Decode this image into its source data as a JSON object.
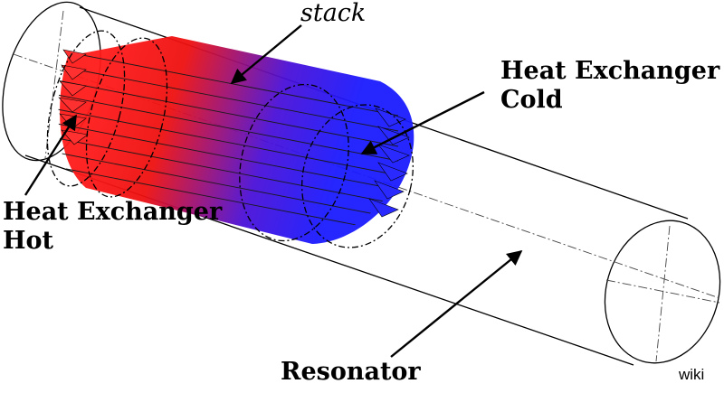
{
  "diagram": {
    "labels": {
      "stack": "stack",
      "heat_exchanger_cold_line1": "Heat Exchanger",
      "heat_exchanger_cold_line2": "Cold",
      "heat_exchanger_hot_line1": "Heat Exchanger",
      "heat_exchanger_hot_line2": "Hot",
      "resonator": "Resonator",
      "credit": "wiki"
    },
    "colors": {
      "hot": "#ff1a1a",
      "cold": "#1a1aff",
      "outline": "#000000",
      "background": "#ffffff"
    }
  }
}
